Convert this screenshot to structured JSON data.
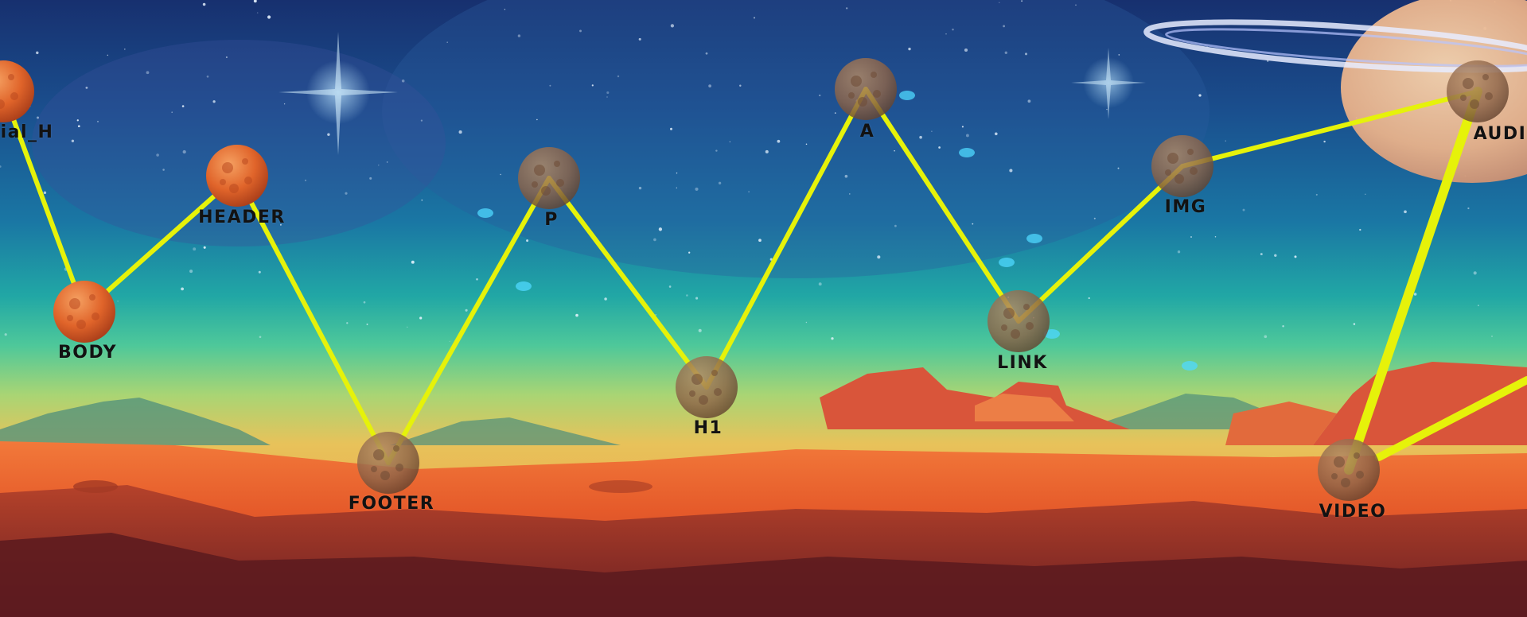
{
  "levels": [
    {
      "id": "initial_h",
      "label": "ial_H",
      "state": "unlocked"
    },
    {
      "id": "body",
      "label": "BODY",
      "state": "unlocked"
    },
    {
      "id": "header",
      "label": "HEADER",
      "state": "unlocked"
    },
    {
      "id": "footer",
      "label": "FOOTER",
      "state": "locked"
    },
    {
      "id": "p",
      "label": "P",
      "state": "locked"
    },
    {
      "id": "h1",
      "label": "H1",
      "state": "locked"
    },
    {
      "id": "a",
      "label": "A",
      "state": "locked"
    },
    {
      "id": "link",
      "label": "LINK",
      "state": "locked"
    },
    {
      "id": "img",
      "label": "IMG",
      "state": "locked"
    },
    {
      "id": "audio",
      "label": "AUDI",
      "state": "locked"
    },
    {
      "id": "video",
      "label": "VIDEO",
      "state": "locked"
    }
  ],
  "colors": {
    "path": "#e6f20a",
    "planet_unlocked": "#e0642a",
    "planet_locked": "#8d6448",
    "label": "#121212"
  }
}
